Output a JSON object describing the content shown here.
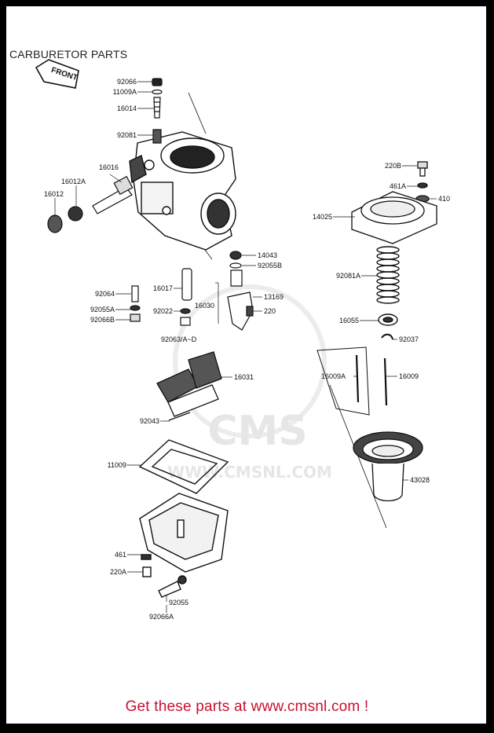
{
  "title": "CARBURETOR PARTS",
  "front_tag": "FRONT",
  "watermark": {
    "brand": "CMS",
    "url": "WWW.CMSNL.COM"
  },
  "footer_cta": "Get these parts at www.cmsnl.com !",
  "colors": {
    "cta": "#c8102e",
    "frame": "#000000",
    "line": "#111111"
  },
  "part_labels": {
    "p92066_top": "92066",
    "p11009A_top": "11009A",
    "p16014": "16014",
    "p92081": "92081",
    "p16016": "16016",
    "p16012A": "16012A",
    "p16012": "16012",
    "p220B": "220B",
    "p461A_top": "461A",
    "p410": "410",
    "p14025": "14025",
    "p14043": "14043",
    "p92055B": "92055B",
    "p92064": "92064",
    "p16017": "16017",
    "p13169": "13169",
    "p16030": "16030",
    "p220": "220",
    "p92055A": "92055A",
    "p92022": "92022",
    "p92066B": "92066B",
    "p92063": "92063/A~D",
    "p92081A": "92081A",
    "p16055": "16055",
    "p92037": "92037",
    "p16009A": "16009A",
    "p16009": "16009",
    "p16031": "16031",
    "p92043": "92043",
    "p11009": "11009",
    "p43028": "43028",
    "p461": "461",
    "p220A": "220A",
    "p92055": "92055",
    "p92066A": "92066A"
  }
}
